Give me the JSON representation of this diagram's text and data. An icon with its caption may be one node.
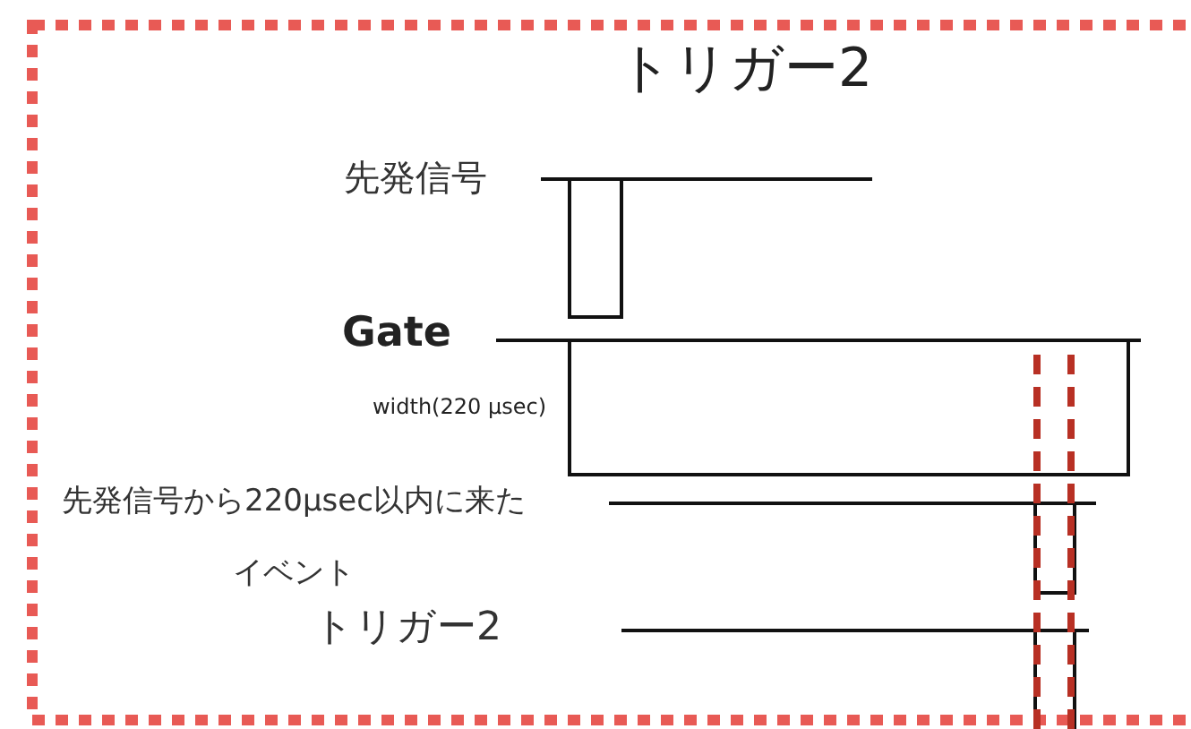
{
  "diagram": {
    "title": "トリガー2",
    "labels": [
      "先発信号",
      "Gate",
      "width(220 μsec)",
      "先発信号から220μsec以内に来たイベント",
      "トリガー2"
    ]
  }
}
